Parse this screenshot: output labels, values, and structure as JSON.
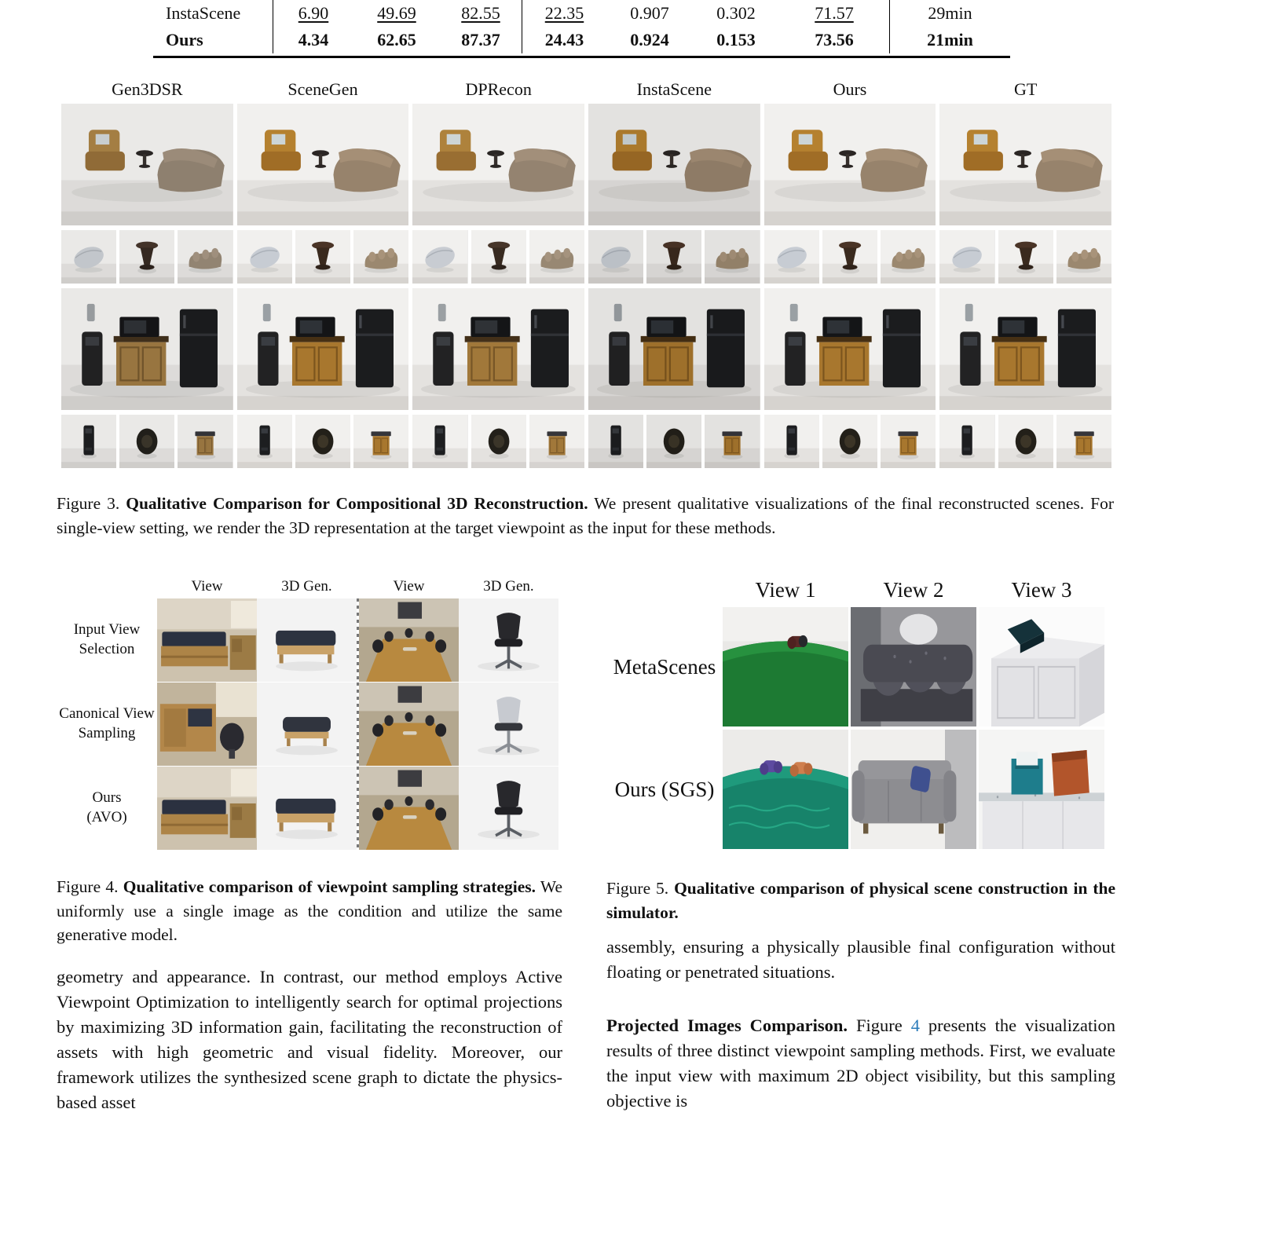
{
  "table": {
    "rows": [
      {
        "method": "InstaScene",
        "bold": false,
        "cells": [
          {
            "v": "6.90",
            "u": true
          },
          {
            "v": "49.69",
            "u": true
          },
          {
            "v": "82.55",
            "u": true
          },
          {
            "v": "22.35",
            "u": true
          },
          {
            "v": "0.907",
            "u": false
          },
          {
            "v": "0.302",
            "u": false
          },
          {
            "v": "71.57",
            "u": true
          },
          {
            "v": "29min",
            "u": false
          }
        ]
      },
      {
        "method": "Ours",
        "bold": true,
        "cells": [
          {
            "v": "4.34",
            "u": false
          },
          {
            "v": "62.65",
            "u": false
          },
          {
            "v": "87.37",
            "u": false
          },
          {
            "v": "24.43",
            "u": false
          },
          {
            "v": "0.924",
            "u": false
          },
          {
            "v": "0.153",
            "u": false
          },
          {
            "v": "73.56",
            "u": false
          },
          {
            "v": "21min",
            "u": false
          }
        ]
      }
    ]
  },
  "figure3": {
    "columns": [
      "Gen3DSR",
      "SceneGen",
      "DPRecon",
      "InstaScene",
      "Ours",
      "GT"
    ],
    "rows": [
      {
        "type": "scene",
        "name": "living-room-render"
      },
      {
        "type": "crops",
        "names": [
          "pillow-crop",
          "side-table-crop",
          "sofa-crop"
        ]
      },
      {
        "type": "scene",
        "name": "kitchen-render"
      },
      {
        "type": "crops",
        "names": [
          "dispenser-crop",
          "speaker-crop",
          "cart-crop"
        ]
      }
    ],
    "caption": {
      "label": "Figure 3.",
      "bold": "Qualitative Comparison for Compositional 3D Reconstruction.",
      "text": "We present qualitative visualizations of the final reconstructed scenes. For single-view setting, we render the 3D representation at the target viewpoint as the input for these methods."
    }
  },
  "figure4": {
    "col_headers": [
      "View",
      "3D Gen.",
      "View",
      "3D Gen."
    ],
    "rows": [
      {
        "label": "Input View\nSelection",
        "cells": [
          "bed-view-photo",
          "bed-3dgen",
          "meeting-view-photo",
          "chair-3dgen"
        ]
      },
      {
        "label": "Canonical View\nSampling",
        "cells": [
          "desk-view-photo",
          "ottoman-3dgen",
          "meeting-view-photo",
          "chair-light-3dgen"
        ]
      },
      {
        "label": "Ours\n(AVO)",
        "cells": [
          "bed-view-photo",
          "bed-3dgen",
          "meeting-view-photo",
          "chair-3dgen"
        ]
      }
    ],
    "caption": {
      "label": "Figure 4.",
      "bold": "Qualitative comparison of viewpoint sampling strategies.",
      "text": "We uniformly use a single image as the condition and utilize the same generative model."
    }
  },
  "figure5": {
    "col_headers": [
      "View 1",
      "View 2",
      "View 3"
    ],
    "rows": [
      {
        "label": "MetaScenes",
        "cells": [
          "green-bed-render",
          "dark-couch-render",
          "white-cabinet-render"
        ]
      },
      {
        "label": "Ours (SGS)",
        "cells": [
          "teal-bed-render",
          "gray-sofa-render",
          "color-boxes-render"
        ]
      }
    ],
    "caption": {
      "label": "Figure 5.",
      "bold": "Qualitative comparison of physical scene construction in the simulator."
    }
  },
  "body": {
    "left_para": "geometry and appearance. In contrast, our method employs Active Viewpoint Optimization to intelligently search for optimal projections by maximizing 3D information gain, facilitating the reconstruction of assets with high geometric and visual fidelity. Moreover, our framework utilizes the synthesized scene graph to dictate the physics-based asset",
    "right_para1": "assembly, ensuring a physically plausible final configuration without floating or penetrated situations.",
    "right_para2_lead": "Projected Images Comparison.",
    "right_para2_pre": "Figure ",
    "right_para2_ref": "4",
    "right_para2_rest": " presents the visualization results of three distinct viewpoint sampling methods. First, we evaluate the input view with maximum 2D object visibility, but this sampling objective is",
    "link_color": "#2b7bba"
  }
}
